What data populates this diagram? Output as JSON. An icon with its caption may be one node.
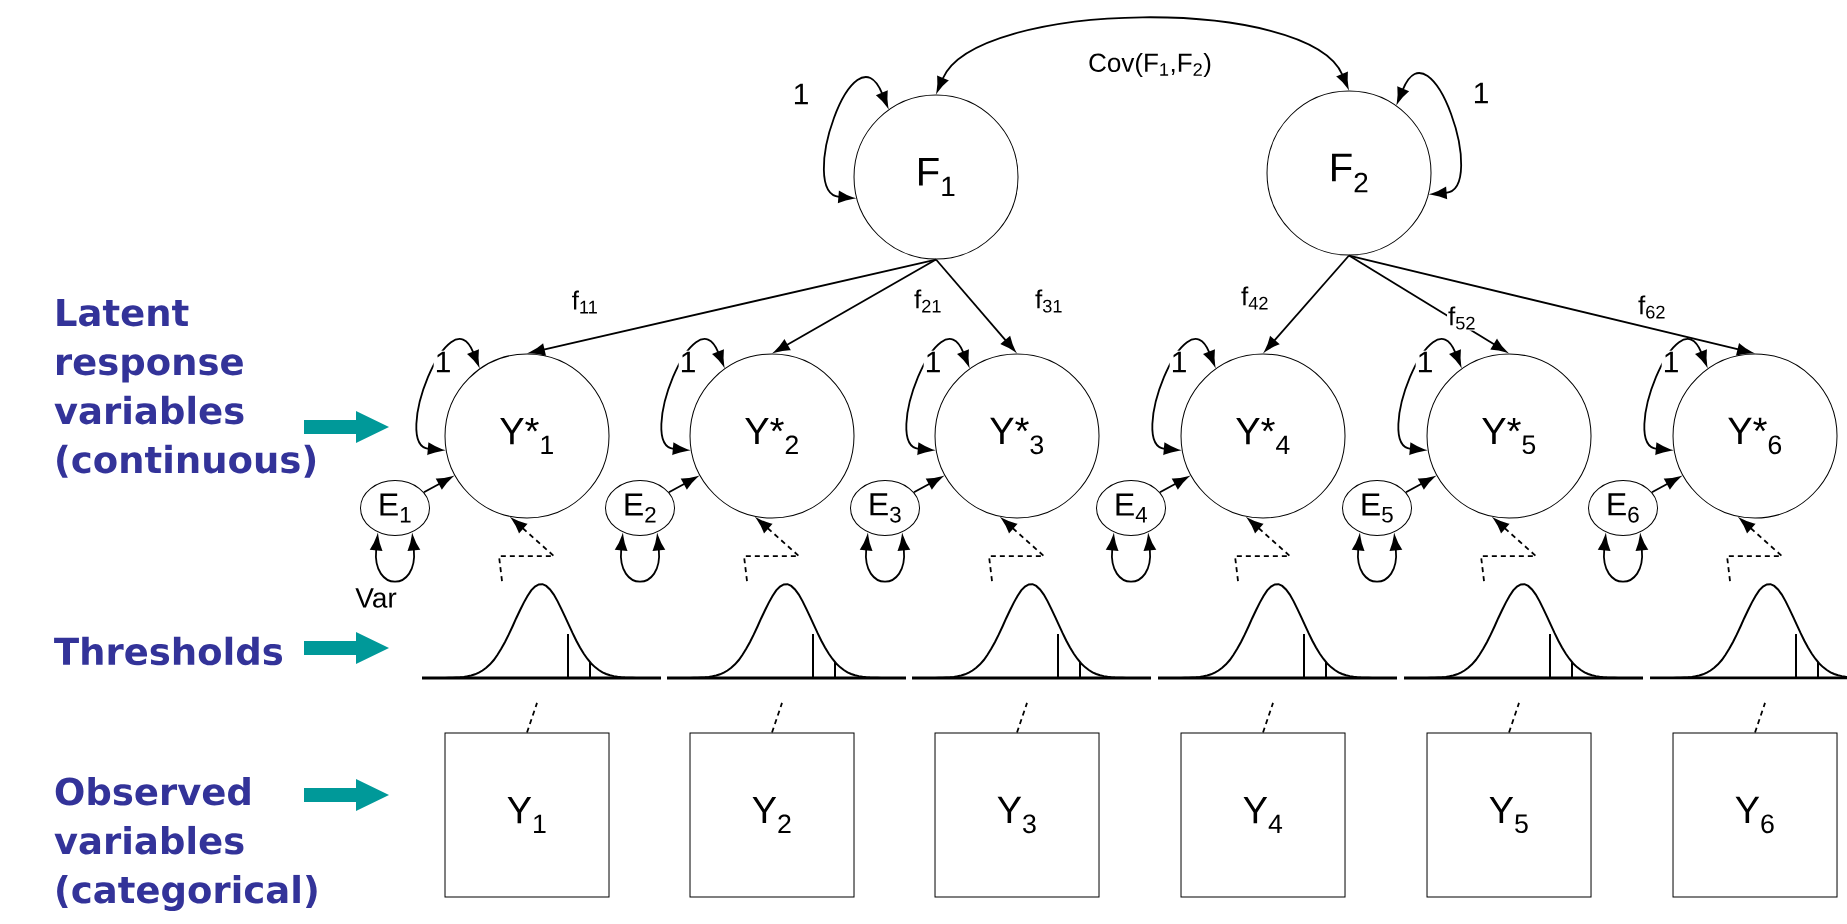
{
  "diagram": {
    "nodes": [
      {
        "text": [
          "F$_{1}$"
        ]
      },
      {
        "text": [
          "F$_{2}$"
        ]
      },
      {
        "text": [
          "Y*$_{1}$"
        ]
      },
      {
        "text": [
          "Y*$_{2}$"
        ]
      },
      {
        "text": [
          "Y*$_{3}$"
        ]
      },
      {
        "text": [
          "Y*$_{4}$"
        ]
      },
      {
        "text": [
          "Y*$_{5}$"
        ]
      },
      {
        "text": [
          "Y*$_{6}$"
        ]
      },
      {
        "text": [
          "E$_{1}$"
        ]
      },
      {
        "text": [
          "E$_{2}$"
        ]
      },
      {
        "text": [
          "E$_{3}$"
        ]
      },
      {
        "text": [
          "E$_{4}$"
        ]
      },
      {
        "text": [
          "E$_{5}$"
        ]
      },
      {
        "text": [
          "E$_{6}$"
        ]
      },
      {
        "text": [],
        "shape": "curve"
      },
      {
        "text": [],
        "shape": "curve"
      },
      {
        "text": [],
        "shape": "curve"
      },
      {
        "text": [],
        "shape": "curve"
      },
      {
        "text": [],
        "shape": "curve"
      },
      {
        "text": [],
        "shape": "curve"
      },
      {
        "text": [
          "Y$_{1}$"
        ]
      },
      {
        "text": [
          "Y$_{2}$"
        ]
      },
      {
        "text": [
          "Y$_{3}$"
        ]
      },
      {
        "text": [
          "Y$_{4}$"
        ]
      },
      {
        "text": [
          "Y$_{5}$"
        ]
      },
      {
        "text": [
          "Y$_{6}$"
        ]
      }
    ],
    "edges": [
      {
        "from": 0,
        "to": 1,
        "arrow": "both",
        "label": "Cov(F$_{1}$,F$_{2}$)"
      },
      {
        "from": 0,
        "to": 0,
        "arrow": "both",
        "label": "1"
      },
      {
        "from": 1,
        "to": 1,
        "arrow": "both",
        "label": "1"
      },
      {
        "from": 0,
        "to": 2,
        "arrow": "to",
        "label": "f$_{11}$"
      },
      {
        "from": 0,
        "to": 3,
        "arrow": "to",
        "label": "f$_{21}$"
      },
      {
        "from": 0,
        "to": 4,
        "arrow": "to",
        "label": "f$_{31}$"
      },
      {
        "from": 1,
        "to": 5,
        "arrow": "to",
        "label": "f$_{42}$"
      },
      {
        "from": 1,
        "to": 6,
        "arrow": "to",
        "label": "f$_{52}$"
      },
      {
        "from": 1,
        "to": 7,
        "arrow": "to",
        "label": "f$_{62}$"
      },
      {
        "from": 2,
        "to": 2,
        "arrow": "both",
        "label": "1"
      },
      {
        "from": 3,
        "to": 3,
        "arrow": "both",
        "label": "1"
      },
      {
        "from": 4,
        "to": 4,
        "arrow": "both",
        "label": "1"
      },
      {
        "from": 5,
        "to": 5,
        "arrow": "both",
        "label": "1"
      },
      {
        "from": 6,
        "to": 6,
        "arrow": "both",
        "label": "1"
      },
      {
        "from": 7,
        "to": 7,
        "arrow": "both",
        "label": "1"
      },
      {
        "from": 8,
        "to": 2,
        "arrow": "to"
      },
      {
        "from": 9,
        "to": 3,
        "arrow": "to"
      },
      {
        "from": 10,
        "to": 4,
        "arrow": "to"
      },
      {
        "from": 11,
        "to": 5,
        "arrow": "to"
      },
      {
        "from": 12,
        "to": 6,
        "arrow": "to"
      },
      {
        "from": 13,
        "to": 7,
        "arrow": "to"
      },
      {
        "from": 8,
        "to": 8,
        "arrow": "both"
      },
      {
        "from": 9,
        "to": 9,
        "arrow": "both"
      },
      {
        "from": 10,
        "to": 10,
        "arrow": "both"
      },
      {
        "from": 11,
        "to": 11,
        "arrow": "both"
      },
      {
        "from": 12,
        "to": 12,
        "arrow": "both"
      },
      {
        "from": 13,
        "to": 13,
        "arrow": "both"
      },
      {
        "from": 20,
        "to": 14,
        "arrow": "none",
        "style": "dashed"
      },
      {
        "from": 21,
        "to": 15,
        "arrow": "none",
        "style": "dashed"
      },
      {
        "from": 22,
        "to": 16,
        "arrow": "none",
        "style": "dashed"
      },
      {
        "from": 23,
        "to": 17,
        "arrow": "none",
        "style": "dashed"
      },
      {
        "from": 24,
        "to": 18,
        "arrow": "none",
        "style": "dashed"
      },
      {
        "from": 25,
        "to": 19,
        "arrow": "none",
        "style": "dashed"
      },
      {
        "from": 14,
        "to": 2,
        "arrow": "to",
        "style": "dashed"
      },
      {
        "from": 15,
        "to": 3,
        "arrow": "to",
        "style": "dashed"
      },
      {
        "from": 16,
        "to": 4,
        "arrow": "to",
        "style": "dashed"
      },
      {
        "from": 17,
        "to": 5,
        "arrow": "to",
        "style": "dashed"
      },
      {
        "from": 18,
        "to": 6,
        "arrow": "to",
        "style": "dashed"
      },
      {
        "from": 19,
        "to": 7,
        "arrow": "to",
        "style": "dashed"
      }
    ],
    "labels": [
      "Latent response variables (continuous)",
      "Var",
      "Thresholds",
      "Observed variables (categorical)"
    ]
  }
}
